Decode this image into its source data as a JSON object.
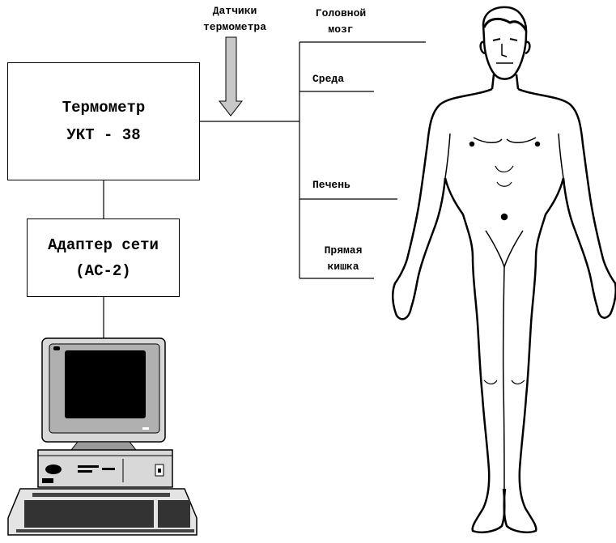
{
  "thermometer": {
    "line1": "Термометр",
    "line2": "УКТ - 38"
  },
  "adapter": {
    "line1": "Адаптер сети",
    "line2": "(АС-2)"
  },
  "sensors": {
    "line1": "Датчики",
    "line2": "термометра"
  },
  "sites": {
    "brain": {
      "line1": "Головной",
      "line2": "мозг"
    },
    "environment": "Среда",
    "liver": "Печень",
    "rectum": {
      "line1": "Прямая",
      "line2": "кишка"
    }
  },
  "icons": [
    "computer-icon",
    "human-figure-icon",
    "down-arrow-icon"
  ],
  "colors": {
    "line": "#000000",
    "arrow": "#c8c8c8",
    "screen": "#000000",
    "monitor_body": "#d8d8d8"
  }
}
